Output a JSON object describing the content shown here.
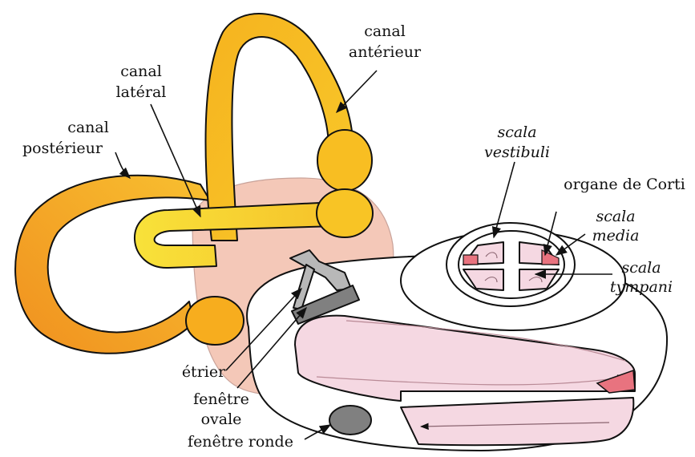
{
  "labels": {
    "anterior_1": "canal",
    "anterior_2": "antérieur",
    "lateral_1": "canal",
    "lateral_2": "latéral",
    "posterior_1": "canal",
    "posterior_2": "postérieur",
    "vestibuli_1": "scala",
    "vestibuli_2": "vestibuli",
    "corti": "organe de Corti",
    "media_1": "scala",
    "media_2": "media",
    "tympani_1": "scala",
    "tympani_2": "tympani",
    "stirrup": "étrier",
    "oval_1": "fenêtre",
    "oval_2": "ovale",
    "round": "fenêtre ronde"
  },
  "colors": {
    "posterior_canal": "#f0a22a",
    "anterior_canal": "#f7c21f",
    "lateral_canal": "#f7d62c",
    "vestibule": "#f4c8b8",
    "cochlea_fill": "#f5d8e2",
    "corti_red": "#e8737f",
    "window": "#808080",
    "outline": "#111111"
  }
}
